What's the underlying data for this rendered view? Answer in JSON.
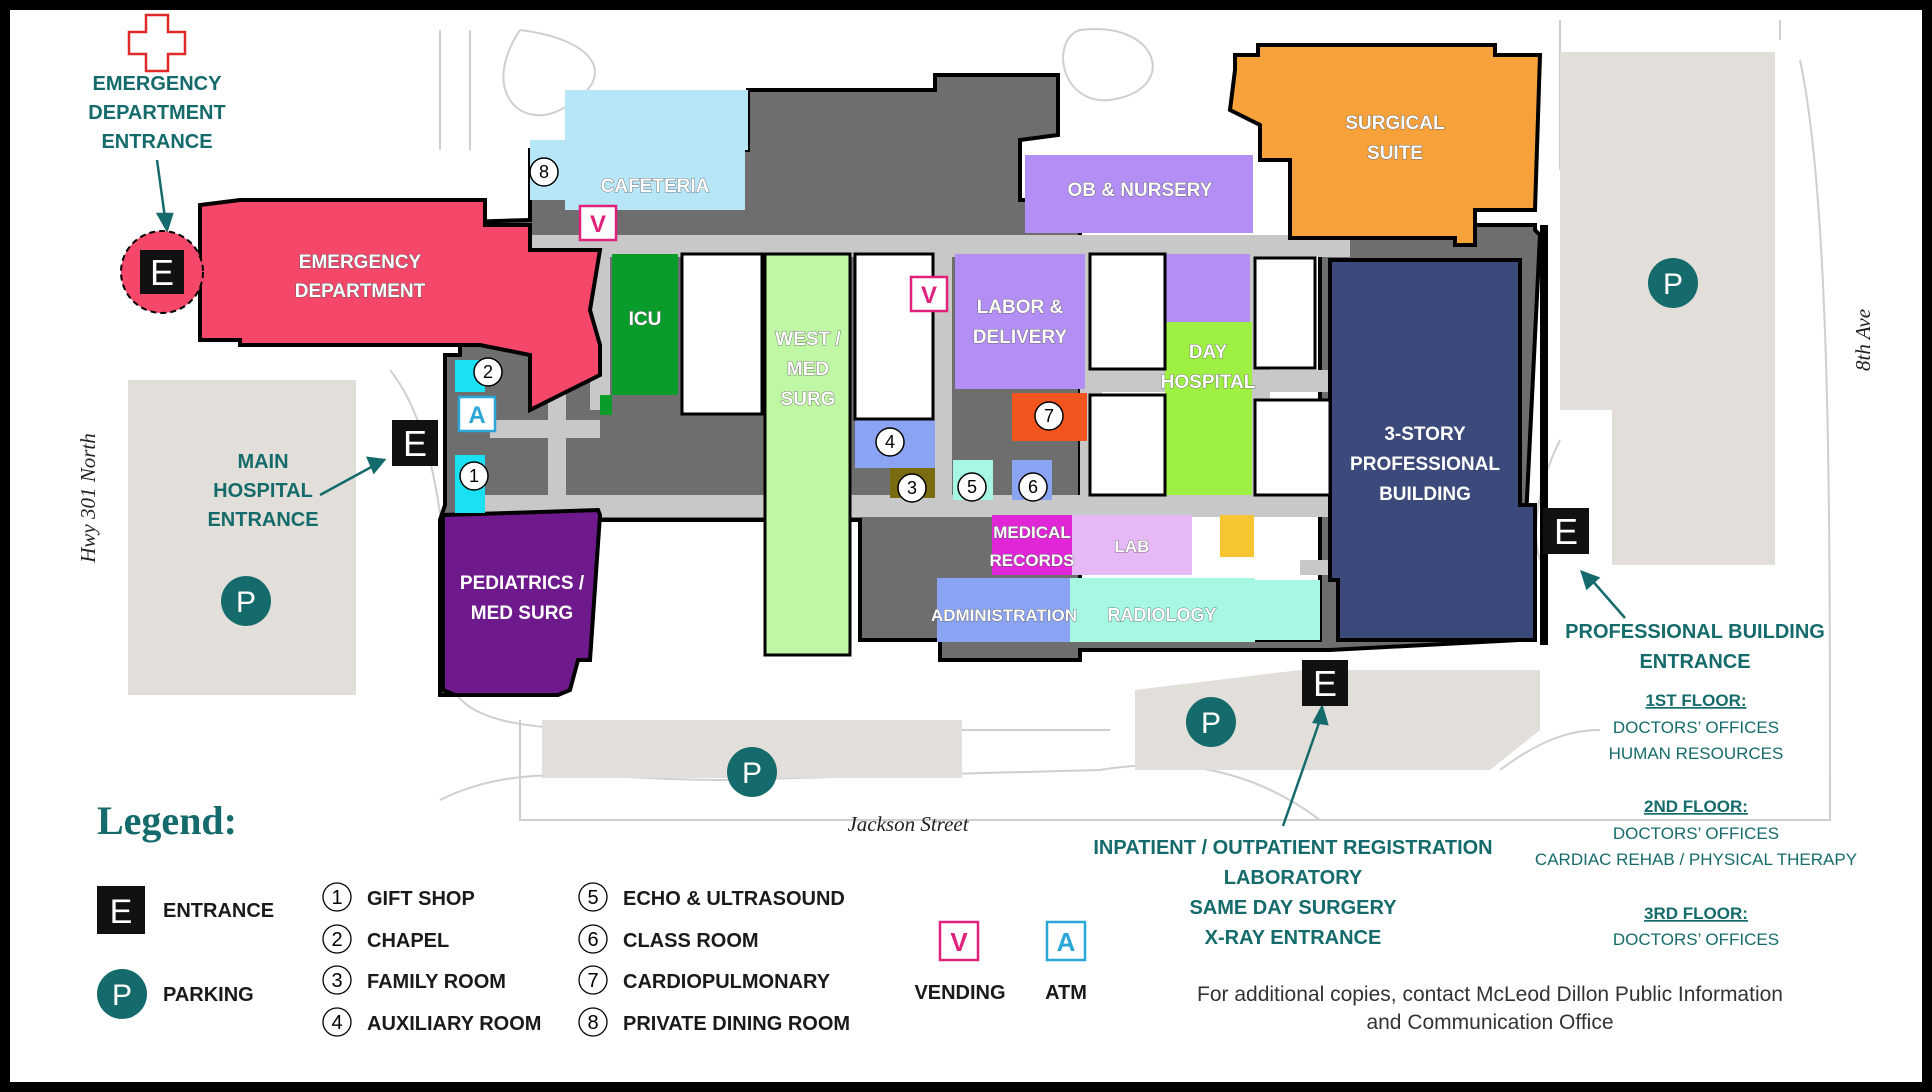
{
  "colors": {
    "teal": "#156b6b",
    "emergency": "#f4476a",
    "cafeteria": "#b7e6f7",
    "ob_nursery": "#b38ff5",
    "surgical": "#f7a13a",
    "professional": "#3b4a7a",
    "pediatrics": "#6e1a8c",
    "icu": "#0a9c2a",
    "west": "#bff7a5",
    "labor": "#b38ff5",
    "day_hospital": "#9ef042",
    "cardio": "#f2561e",
    "medical_records": "#e026d6",
    "lab": "#e6b8f5",
    "admin": "#8aa3f2",
    "radiology": "#a6f7e3",
    "hallway": "#c8c8c8",
    "service": "#6b6b6b",
    "parking": "#e2dfda",
    "vending": "#e0207a",
    "atm": "#2aa6d8",
    "cross": "#e02a2a"
  },
  "streets": {
    "hwy": "Hwy 301 North",
    "jackson": "Jackson Street",
    "eighth": "8th Ave"
  },
  "departments": {
    "emergency": [
      "EMERGENCY",
      "DEPARTMENT"
    ],
    "cafeteria": "CAFETERIA",
    "ob_nursery": "OB & NURSERY",
    "surgical": [
      "SURGICAL",
      "SUITE"
    ],
    "icu": "ICU",
    "west": [
      "WEST /",
      "MED",
      "SURG"
    ],
    "labor": [
      "LABOR &",
      "DELIVERY"
    ],
    "day_hospital": [
      "DAY",
      "HOSPITAL"
    ],
    "professional": [
      "3-STORY",
      "PROFESSIONAL",
      "BUILDING"
    ],
    "pediatrics": [
      "PEDIATRICS /",
      "MED SURG"
    ],
    "medical_records": [
      "MEDICAL",
      "RECORDS"
    ],
    "lab": "LAB",
    "administration": "ADMINISTRATION",
    "radiology": "RADIOLOGY"
  },
  "entrances": {
    "emergency": [
      "EMERGENCY",
      "DEPARTMENT",
      "ENTRANCE"
    ],
    "main": [
      "MAIN",
      "HOSPITAL",
      "ENTRANCE"
    ],
    "professional": [
      "PROFESSIONAL BUILDING",
      "ENTRANCE"
    ],
    "registration": [
      "INPATIENT / OUTPATIENT REGISTRATION",
      "LABORATORY",
      "SAME DAY SURGERY",
      "X-RAY ENTRANCE"
    ]
  },
  "floors": [
    {
      "title": "1ST FLOOR:",
      "lines": [
        "DOCTORS’ OFFICES",
        "HUMAN RESOURCES"
      ]
    },
    {
      "title": "2ND FLOOR:",
      "lines": [
        "DOCTORS’ OFFICES",
        "CARDIAC REHAB / PHYSICAL THERAPY"
      ]
    },
    {
      "title": "3RD FLOOR:",
      "lines": [
        "DOCTORS’ OFFICES"
      ]
    }
  ],
  "markers": {
    "entrance": "E",
    "parking": "P",
    "vending": "V",
    "atm": "A"
  },
  "legend": {
    "title": "Legend:",
    "entrance": "ENTRANCE",
    "parking": "PARKING",
    "vending": "VENDING",
    "atm": "ATM",
    "items": [
      {
        "num": "1",
        "label": "GIFT SHOP"
      },
      {
        "num": "2",
        "label": "CHAPEL"
      },
      {
        "num": "3",
        "label": "FAMILY ROOM"
      },
      {
        "num": "4",
        "label": "AUXILIARY ROOM"
      },
      {
        "num": "5",
        "label": "ECHO & ULTRASOUND"
      },
      {
        "num": "6",
        "label": "CLASS ROOM"
      },
      {
        "num": "7",
        "label": "CARDIOPULMONARY"
      },
      {
        "num": "8",
        "label": "PRIVATE DINING ROOM"
      }
    ]
  },
  "footer": [
    "For additional copies, contact McLeod Dillon Public Information",
    "and Communication Office"
  ]
}
